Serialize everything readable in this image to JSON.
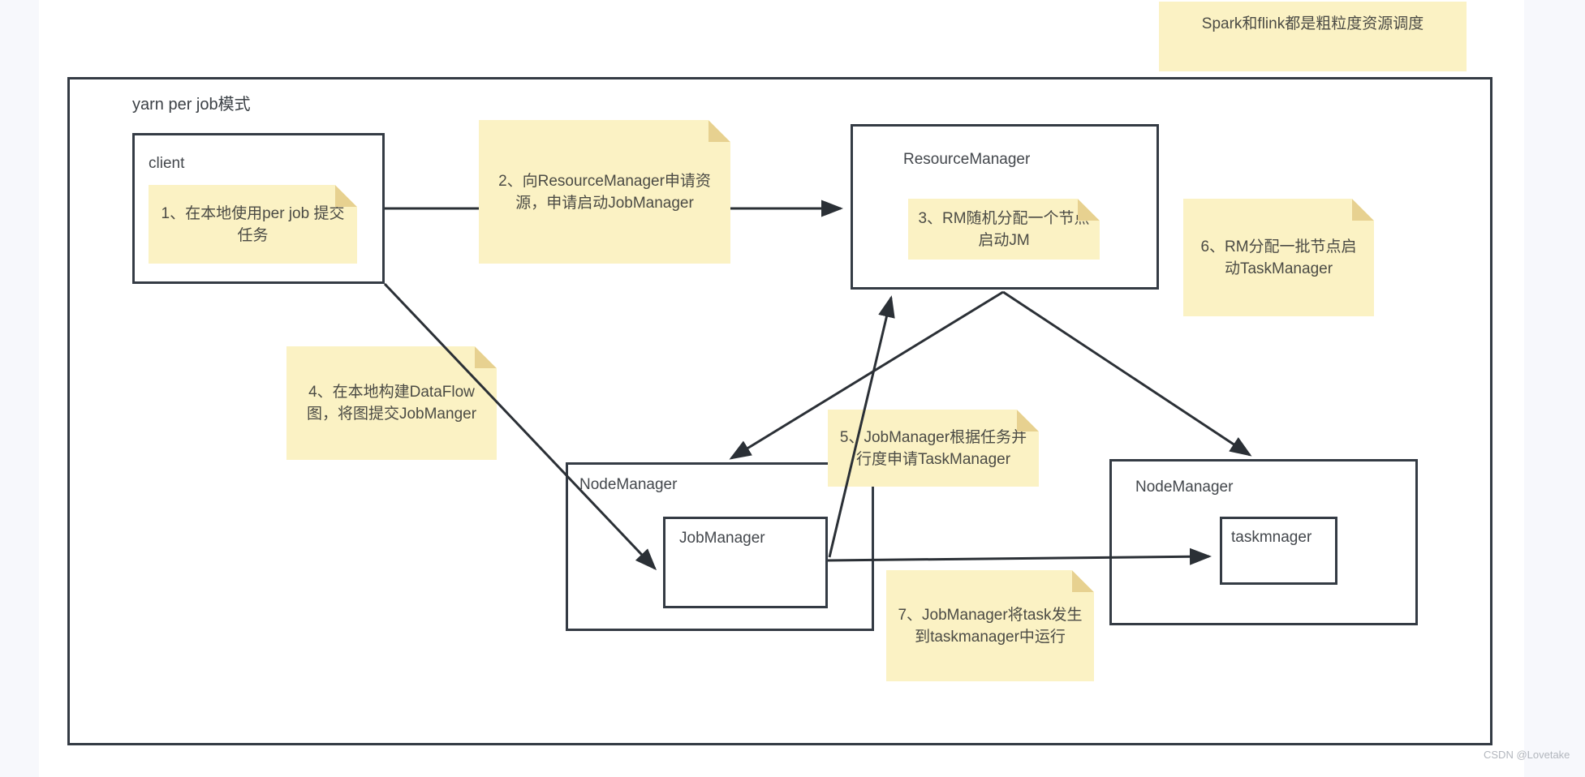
{
  "page": {
    "watermark": "CSDN @Lovetake"
  },
  "diagram": {
    "title": "yarn per job模式",
    "top_note": "Spark和flink都是粗粒度资源调度",
    "boxes": {
      "client": "client",
      "resource_manager": "ResourceManager",
      "node_manager_left": "NodeManager",
      "job_manager": "JobManager",
      "node_manager_right": "NodeManager",
      "task_manager": "taskmnager"
    },
    "notes": {
      "note1": "1、在本地使用per job 提交任务",
      "note2": "2、向ResourceManager申请资源，申请启动JobManager",
      "note3": "3、RM随机分配一个节点启动JM",
      "note4": "4、在本地构建DataFlow图，将图提交JobManger",
      "note5": "5、JobManager根据任务并行度申请TaskManager",
      "note6": "6、RM分配一批节点启动TaskManager",
      "note7": "7、JobManager将task发生到taskmanager中运行"
    },
    "colors": {
      "note_background": "#FBF2C4",
      "note_fold": "#E7D190",
      "arrow_line": "#2B3036",
      "box_border": "#343B44",
      "text": "#45484B",
      "page_strip": "#F7F8FC",
      "watermark_text": "#B2B6BD"
    }
  }
}
